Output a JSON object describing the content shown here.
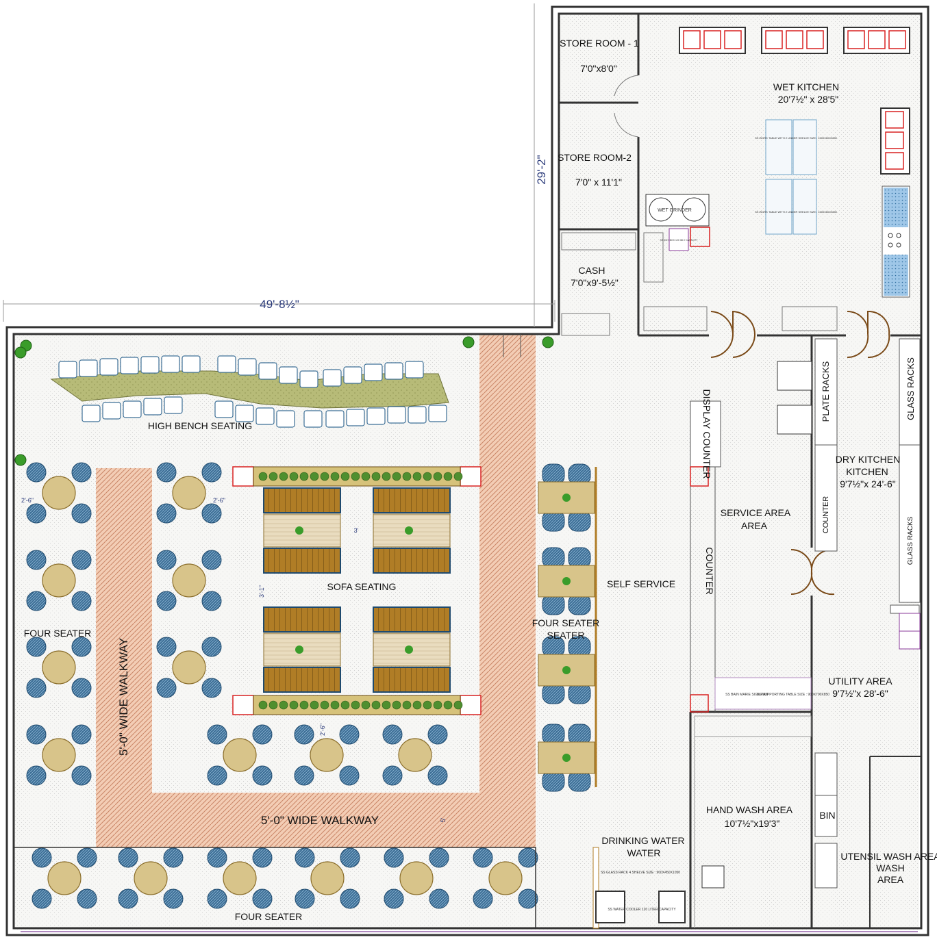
{
  "dimensions": {
    "overall_width": "49'-8½\"",
    "kitchen_height": "29'-2\"",
    "gap_2_6": "2'-6\"",
    "gap_3": "3'",
    "gap_3_1": "3'-1\"",
    "gap_5": "5'"
  },
  "rooms": {
    "store1": {
      "name": "STORE ROOM - 1",
      "size": "7'0\"x8'0\""
    },
    "store2": {
      "name": "STORE ROOM-2",
      "size": "7'0\" x 11'1\""
    },
    "cash": {
      "name": "CASH",
      "size": "7'0\"x9'-5½\""
    },
    "wet_kitchen": {
      "name": "WET KITCHEN",
      "size": "20'7½\" x 28'5\""
    },
    "dry_kitchen": {
      "name": "DRY KITCHEN",
      "size": "9'7½\"x 24'-6\""
    },
    "utility": {
      "name": "UTILITY AREA",
      "size": "9'7½\"x 28'-6\""
    },
    "hand_wash": {
      "name": "HAND WASH AREA",
      "size": "10'7½\"x19'3\""
    },
    "utensil_wash": {
      "name": "UTENSIL WASH AREA"
    },
    "service_area": {
      "name": "SERVICE AREA"
    },
    "self_service": {
      "name": "SELF SERVICE"
    },
    "drinking_water": {
      "name": "DRINKING WATER"
    }
  },
  "labels": {
    "high_bench": "HIGH BENCH SEATING",
    "sofa": "SOFA SEATING",
    "four_seater_left": "FOUR SEATER",
    "four_seater_bottom": "FOUR SEATER",
    "four_seater_middle": "FOUR SEATER",
    "walkway_vertical": "5'-0\" WIDE WALKWAY",
    "walkway_horizontal": "5'-0\" WIDE WALKWAY",
    "display_counter": "DISPLAY COUNTER",
    "counter_service": "COUNTER",
    "counter_dry": "COUNTER",
    "plate_racks": "PLATE RACKS",
    "glass_racks_top": "GLASS RACKS",
    "glass_racks_side": "GLASS RACKS",
    "bin": "BIN",
    "wet_grinder": "WET GRINDER",
    "idly_box": "SS IDLY BOX 120 IDLY CAPACITY",
    "work_table_1": "SS WORK TABLE WITH 2 UNDER SHELVE SIZE : 1500X600X850",
    "work_table_2": "SS WORK TABLE WITH 2 UNDER SHELVE SIZE : 1500X600X850",
    "glass_rack_note": "SS GLASS RACK 4 SHELVE SIZE : 900X450X1050",
    "water_cooler_note": "SS WATER COOLER 120 LITER CAPACITY",
    "bain_marie": "SS BAIN MARIE SIGN PAN",
    "supporting_table": "SS SUPPORTING TABLE SIZE : 900X700X850"
  },
  "colors": {
    "wall": "#333333",
    "chair": "#3d6f96",
    "round_table": "#d8c48a",
    "sofa_wood": "#b07d26",
    "walkway": "#e9b79a",
    "bench": "#b9bd7a",
    "plant": "#3a9c2a",
    "stove_red": "#d82020",
    "dimension": "#2a3a7a"
  }
}
